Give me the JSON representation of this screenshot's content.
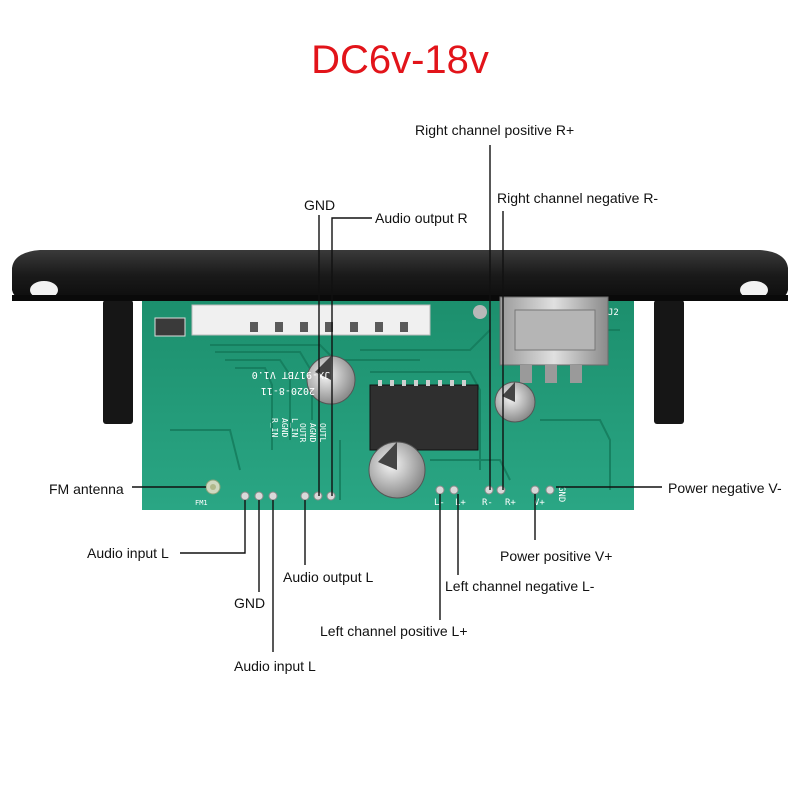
{
  "title": "DC6v-18v",
  "colors": {
    "title": "#e2141a",
    "pcb": "#1f9a76",
    "bezel": "#1c1c1c",
    "leader": "#111111"
  },
  "board": {
    "silkscreen": {
      "model": "JX-917BT V1.0",
      "date": "2020-8-11",
      "fm": "FM1",
      "j2": "J2",
      "audio_pins": [
        "L_IN",
        "AGND",
        "R_IN",
        "OUTL",
        "AGND",
        "OUTR"
      ],
      "right_pins": [
        "R-",
        "R+"
      ],
      "left_pins": [
        "L-",
        "L+"
      ],
      "power_pins": [
        "V+",
        "GND"
      ]
    }
  },
  "labels": {
    "right_channel_positive": "Right channel positive R+",
    "right_channel_negative": "Right channel negative R-",
    "gnd_top": "GND",
    "audio_output_r": "Audio output R",
    "fm_antenna": "FM antenna",
    "power_negative": "Power negative V-",
    "audio_input_l_1": "Audio input L",
    "power_positive": "Power positive V+",
    "audio_output_l": "Audio output L",
    "left_channel_negative": "Left channel negative L-",
    "gnd_bottom": "GND",
    "left_channel_positive": "Left channel positive L+",
    "audio_input_l_2": "Audio input L"
  }
}
